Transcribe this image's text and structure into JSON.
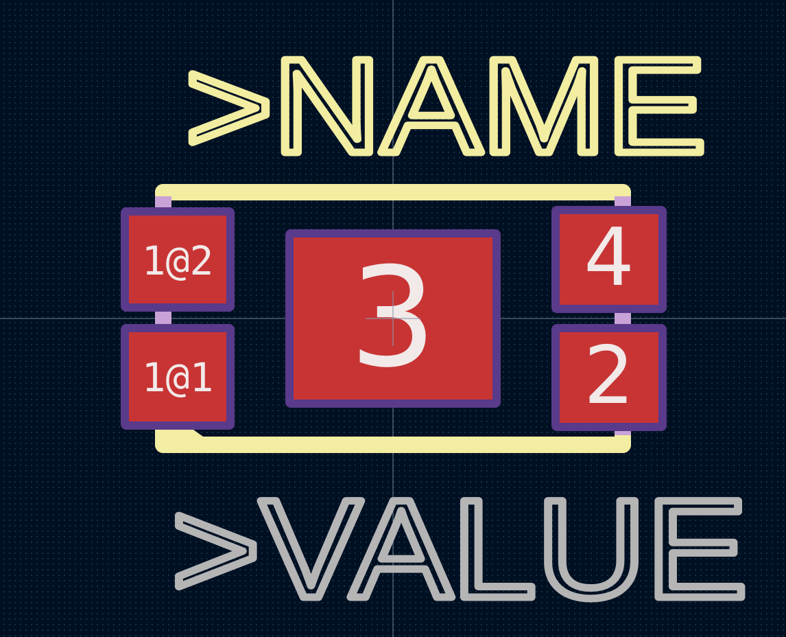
{
  "footprint": {
    "name_text": ">NAME",
    "value_text": ">VALUE"
  },
  "pads": {
    "pad_1a": "1@2",
    "pad_1b": "1@1",
    "pad_3": "3",
    "pad_4": "4",
    "pad_2": "2"
  },
  "colors": {
    "background": "#001023",
    "silkscreen": "#f2eda1",
    "value_text": "#b5b5b5",
    "pad_copper": "#c83434",
    "pad_mask": "#5a3a8a",
    "crosshair": "#8a9bb0"
  }
}
